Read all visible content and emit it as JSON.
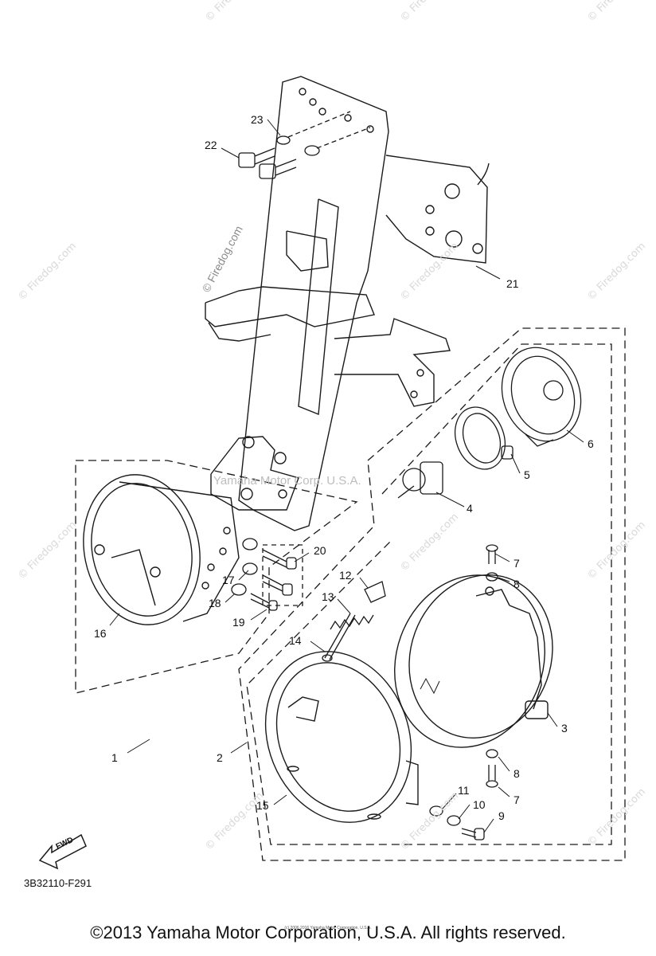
{
  "callouts": [
    "1",
    "2",
    "3",
    "4",
    "5",
    "6",
    "7",
    "8",
    "9",
    "10",
    "11",
    "12",
    "13",
    "14",
    "15",
    "16",
    "17",
    "18",
    "19",
    "20",
    "21",
    "22",
    "23",
    "7",
    "8"
  ],
  "watermark_firedog": "© Firedog.com",
  "watermark_yamaha": "Yamaha Motor Corp. U.S.A.",
  "fwd_label": "FWD",
  "diagram_code": "3B32110-F291",
  "copyright_small": "(c) 2006 2016 Yamaha Motor Corporation, U.S.A.",
  "copyright": "©2013 Yamaha Motor Corporation, U.S.A. All rights reserved."
}
